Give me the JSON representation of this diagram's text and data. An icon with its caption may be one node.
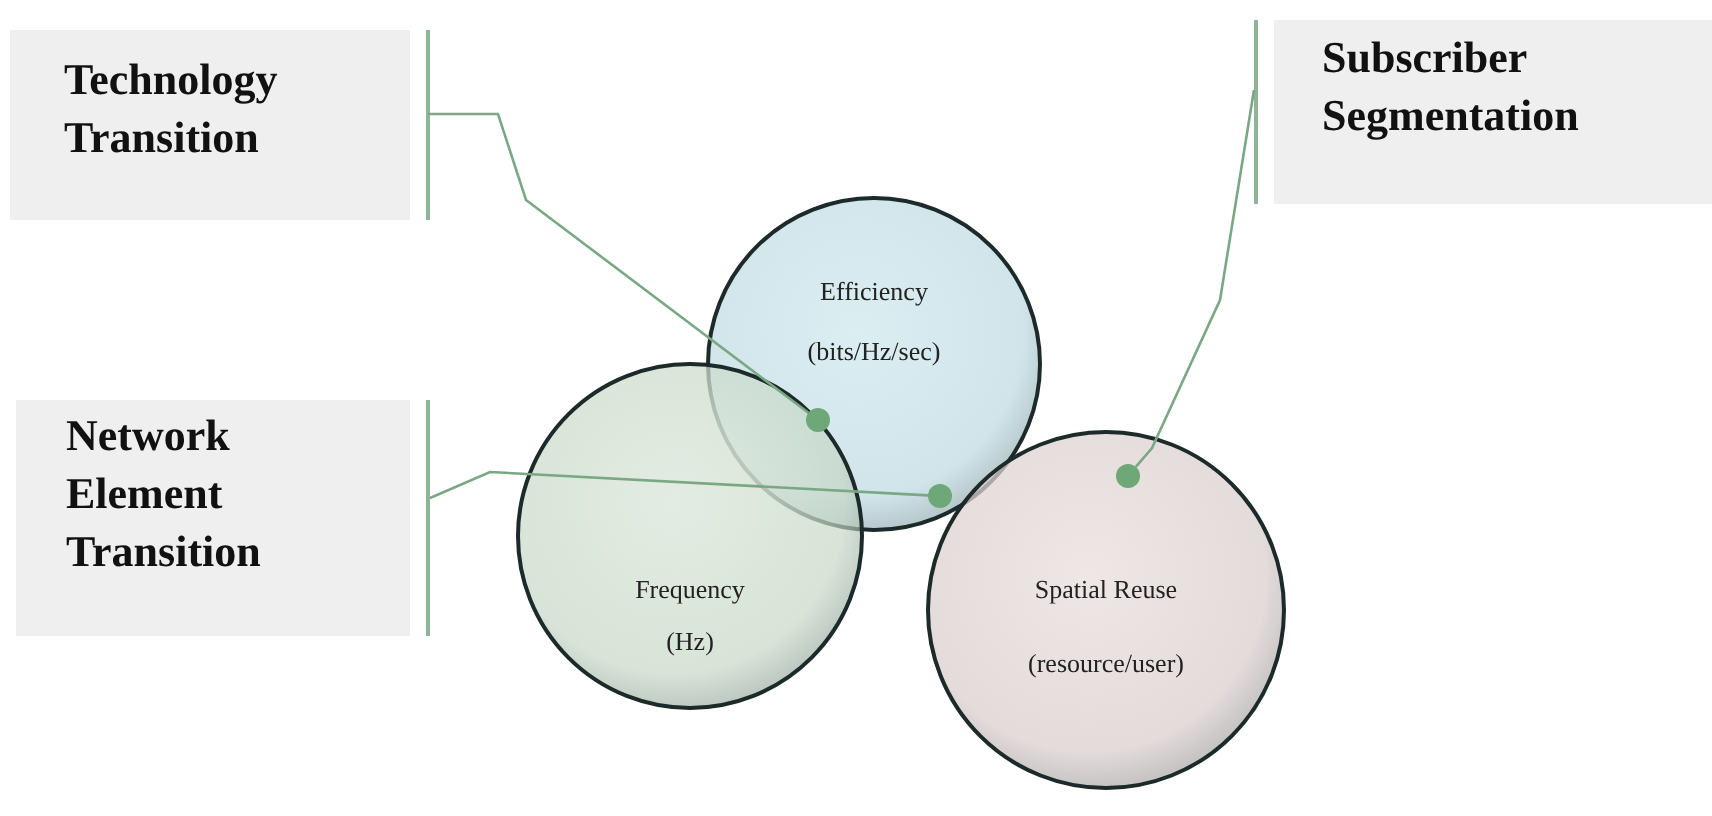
{
  "diagram": {
    "nodes": [
      {
        "text": [
          "Technology Transition"
        ]
      },
      {
        "text": [
          "Subscriber Segmentation"
        ]
      },
      {
        "text": [
          "Efficiency",
          "(bits/Hz/sec)"
        ]
      },
      {
        "text": [],
        "shape": "circle"
      },
      {
        "text": [
          "Network Element Transition"
        ]
      },
      {
        "text": [],
        "shape": "circle"
      },
      {
        "text": [],
        "shape": "circle",
        "in": 8
      },
      {
        "text": [
          "Frequency",
          "(Hz)"
        ]
      },
      {
        "text": [
          "Spatial Reuse",
          "(resource/user)"
        ]
      }
    ],
    "edges": [
      {
        "from": 0,
        "to": 3,
        "arrow": "none"
      },
      {
        "from": 1,
        "to": 6,
        "arrow": "none"
      },
      {
        "from": 4,
        "to": 5,
        "arrow": "none"
      }
    ]
  }
}
